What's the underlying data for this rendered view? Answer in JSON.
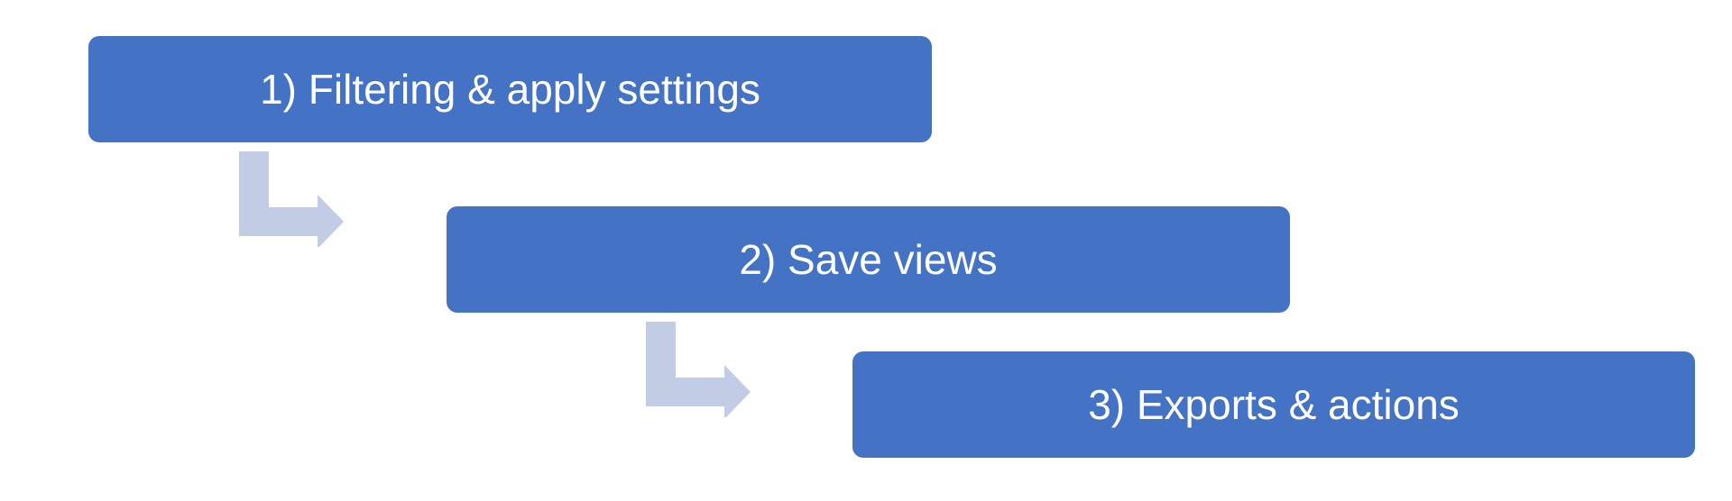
{
  "diagram": {
    "steps": [
      {
        "label": "1) Filtering & apply settings"
      },
      {
        "label": "2) Save views"
      },
      {
        "label": "3) Exports & actions"
      }
    ],
    "colors": {
      "box_fill": "#4472c4",
      "box_text": "#ffffff",
      "connector_fill": "#c3cce5"
    },
    "connectors": [
      {
        "from": "1) Filtering & apply settings",
        "to": "2) Save views",
        "icon": "bent-arrow-icon"
      },
      {
        "from": "2) Save views",
        "to": "3) Exports & actions",
        "icon": "bent-arrow-icon"
      }
    ]
  }
}
